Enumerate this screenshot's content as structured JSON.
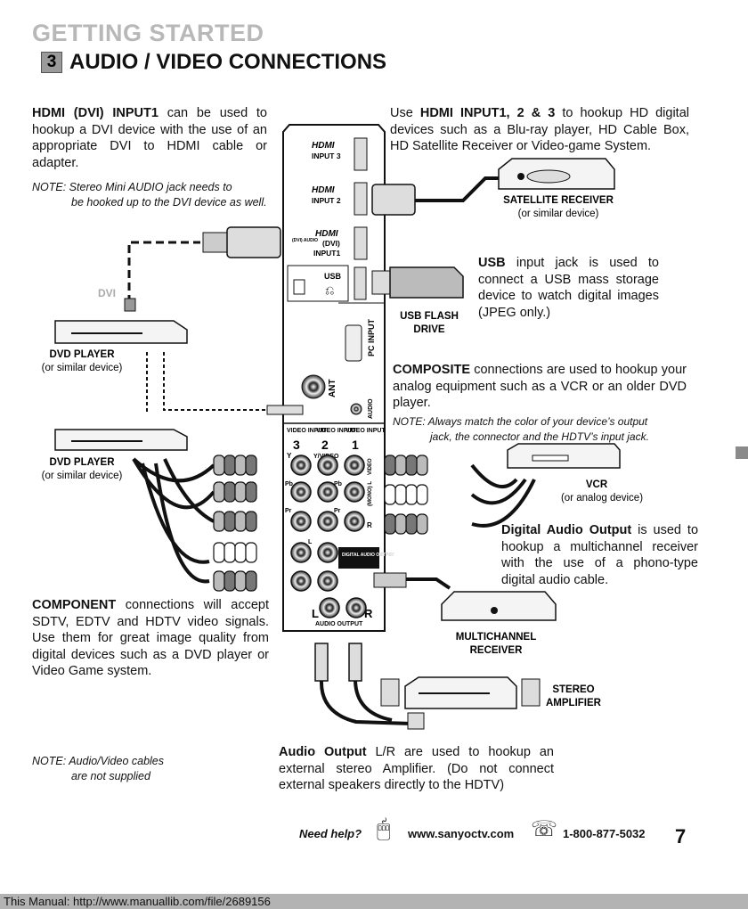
{
  "header": {
    "section": "GETTING STARTED",
    "step_number": "3",
    "title": "AUDIO / VIDEO CONNECTIONS"
  },
  "hdmi_dvi": {
    "bold": "HDMI (DVI) INPUT1",
    "text": " can be used to hookup a DVI device with the use of an appropriate DVI to HDMI cable or adapter.",
    "note_label": "NOTE",
    "note_first": ": Stereo Mini AUDIO jack needs to",
    "note_rest": "be hooked up to the DVI device as well."
  },
  "hdmi_use": {
    "pre": "Use ",
    "bold": "HDMI INPUT1, 2 & 3",
    "text": " to hookup HD digital devices such as a Blu-ray player, HD Cable Box, HD Satellite Receiver or Video-game System."
  },
  "usb": {
    "bold": "USB",
    "text": " input jack is used to connect a USB mass storage device to watch digital images (JPEG only.)"
  },
  "composite": {
    "bold": "COMPOSITE",
    "text": " connections are used to hookup your analog equipment such as a VCR or an older DVD player.",
    "note_label": "NOTE",
    "note_first": ": Always match the color of your device’s output",
    "note_rest": "jack, the connector and the HDTV’s input jack."
  },
  "digital_audio": {
    "bold": "Digital Audio Output",
    "text": " is used to hookup a multichannel receiver with the use of a phono-type digital audio cable."
  },
  "component": {
    "bold": "COMPONENT",
    "text": " connections will accept SDTV, EDTV and HDTV video signals. Use them for great image quality from digital devices such as a DVD player or Video Game system."
  },
  "audio_output": {
    "bold": "Audio Output",
    "text": " L/R are used to hookup an external stereo Amplifier. (Do not connect external speakers directly to the HDTV)"
  },
  "cables_note": {
    "label": "NOTE",
    "first": ": Audio/Video  cables",
    "rest": "are not supplied"
  },
  "diagram": {
    "dvi_label": "DVI",
    "dvd_player_1": "DVD PLAYER",
    "dvd_player_1_sub": "(or similar device)",
    "dvd_player_2": "DVD PLAYER",
    "dvd_player_2_sub": "(or similar device)",
    "satellite": "SATELLITE RECEIVER",
    "satellite_sub": "(or similar device)",
    "usb_flash_1": "USB FLASH",
    "usb_flash_2": "DRIVE",
    "vcr": "VCR",
    "vcr_sub": "(or analog device)",
    "multichannel_1": "MULTICHANNEL",
    "multichannel_2": "RECEIVER",
    "stereo_1": "STEREO",
    "stereo_2": "AMPLIFIER",
    "panel": {
      "hdmi3": "INPUT 3",
      "hdmi2": "INPUT 2",
      "dvi_audio": "(DVI) AUDIO",
      "dvi": "(DVI)",
      "input1": "INPUT1",
      "usb": "USB",
      "pc_input": "PC INPUT",
      "ant": "ANT",
      "audio": "AUDIO",
      "vid3": "VIDEO INPUT",
      "n3": "3",
      "n2": "2",
      "n1": "1",
      "y": "Y",
      "y_video": "Y/VIDEO",
      "pb": "Pb",
      "pr": "Pr",
      "video": "VIDEO",
      "mono": "(MONO) L",
      "r": "R",
      "l": "L",
      "digital_audio_output": "DIGITAL AUDIO OUTPUT",
      "audio_output": "AUDIO OUTPUT",
      "big_l": "L",
      "big_r": "R",
      "hdmi_logo": "HDMI"
    }
  },
  "footer": {
    "need_help": "Need help?",
    "website": "www.sanyoctv.com",
    "phone": "1-800-877-5032",
    "page": "7",
    "manual": "This Manual: http://www.manuallib.com/file/2689156"
  }
}
